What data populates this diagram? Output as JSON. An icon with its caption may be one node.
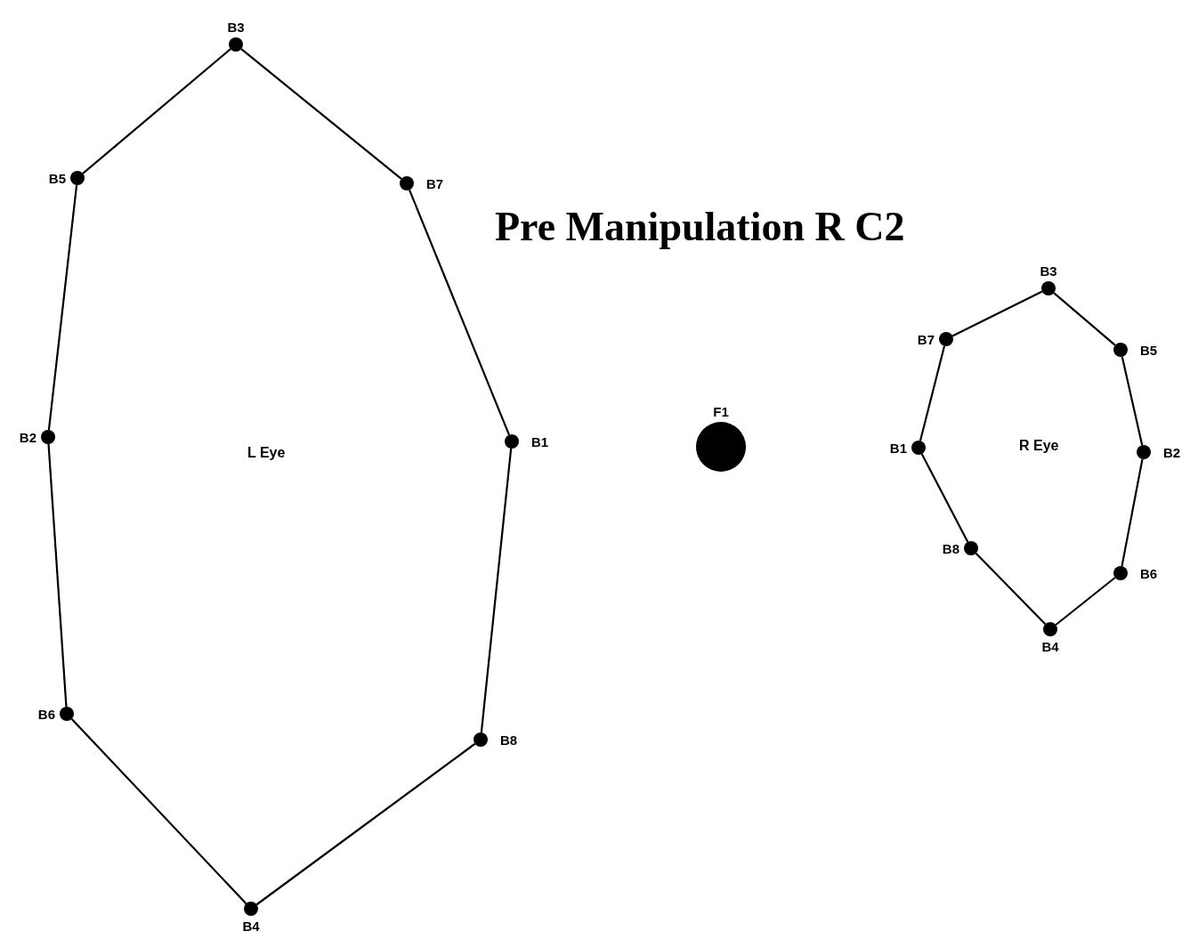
{
  "diagram": {
    "title": "Pre Manipulation R C2",
    "nodes": [
      {
        "text": [
          "B3"
        ]
      },
      {
        "text": [
          "B5"
        ]
      },
      {
        "text": [
          "B7"
        ]
      },
      {
        "text": [
          "B2"
        ]
      },
      {
        "text": [
          "B1"
        ]
      },
      {
        "text": [
          "B6"
        ]
      },
      {
        "text": [
          "B8"
        ]
      },
      {
        "text": [
          "B4"
        ]
      },
      {
        "text": [
          "F1"
        ]
      },
      {
        "text": [
          "B3"
        ]
      },
      {
        "text": [
          "B7"
        ]
      },
      {
        "text": [
          "B5"
        ]
      },
      {
        "text": [
          "B1"
        ]
      },
      {
        "text": [
          "B2"
        ]
      },
      {
        "text": [
          "B8"
        ]
      },
      {
        "text": [
          "B6"
        ]
      },
      {
        "text": [
          "B4"
        ]
      }
    ],
    "edges": [
      {
        "from": 0,
        "to": 2,
        "arrow": "none"
      },
      {
        "from": 2,
        "to": 4,
        "arrow": "none"
      },
      {
        "from": 4,
        "to": 6,
        "arrow": "none"
      },
      {
        "from": 6,
        "to": 7,
        "arrow": "none"
      },
      {
        "from": 7,
        "to": 5,
        "arrow": "none"
      },
      {
        "from": 5,
        "to": 3,
        "arrow": "none"
      },
      {
        "from": 3,
        "to": 1,
        "arrow": "none"
      },
      {
        "from": 1,
        "to": 0,
        "arrow": "none"
      },
      {
        "from": 9,
        "to": 11,
        "arrow": "none"
      },
      {
        "from": 11,
        "to": 13,
        "arrow": "none"
      },
      {
        "from": 13,
        "to": 15,
        "arrow": "none"
      },
      {
        "from": 15,
        "to": 16,
        "arrow": "none"
      },
      {
        "from": 16,
        "to": 14,
        "arrow": "none"
      },
      {
        "from": 14,
        "to": 12,
        "arrow": "none"
      },
      {
        "from": 12,
        "to": 10,
        "arrow": "none"
      },
      {
        "from": 10,
        "to": 9,
        "arrow": "none"
      }
    ],
    "labels": [
      "L Eye",
      "R Eye"
    ]
  }
}
